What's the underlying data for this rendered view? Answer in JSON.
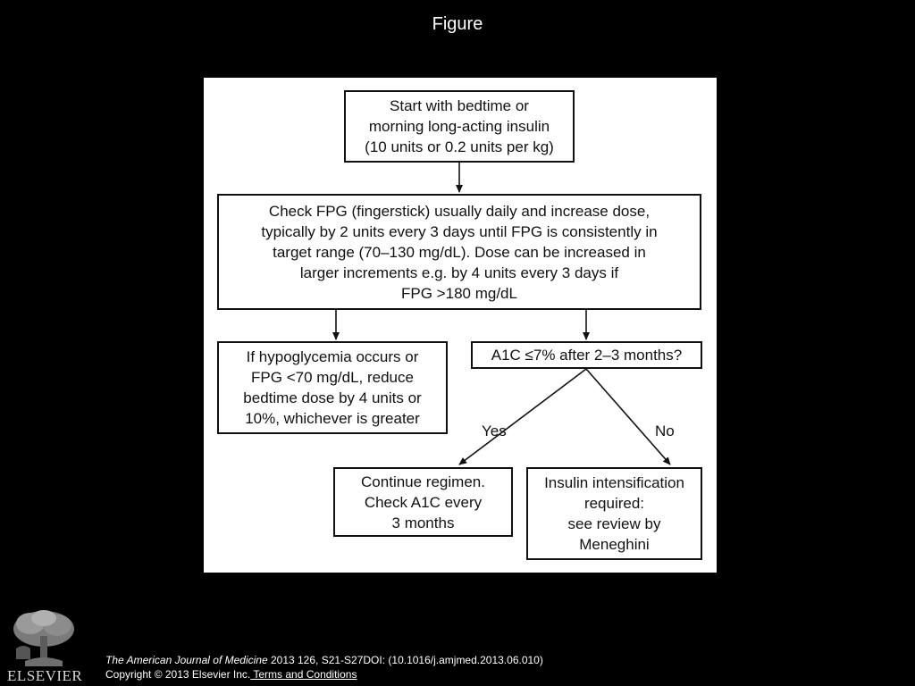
{
  "slide": {
    "title": "Figure"
  },
  "flowchart": {
    "start_box": "Start with bedtime or\nmorning long-acting insulin\n(10 units or 0.2 units per kg)",
    "check_box": "Check FPG (fingerstick) usually daily and increase dose,\ntypically by 2 units every 3 days until FPG is consistently in\ntarget range (70–130 mg/dL). Dose can be increased in\nlarger increments e.g. by 4 units every 3 days if\nFPG >180 mg/dL",
    "hypoglycemia_box": "If hypoglycemia occurs or\nFPG <70 mg/dL, reduce\nbedtime dose by 4 units or\n10%, whichever is greater",
    "a1c_question_box": "A1C ≤7% after 2–3 months?",
    "yes_label": "Yes",
    "no_label": "No",
    "continue_box": "Continue regimen.\nCheck A1C every\n3 months",
    "intensification_box": "Insulin intensification\nrequired:\nsee review by\nMeneghini"
  },
  "footer": {
    "journal_name": "The American Journal of Medicine",
    "citation": " 2013 126, S21-S27DOI: (10.1016/j.amjmed.2013.06.010)",
    "copyright": "Copyright © 2013 Elsevier Inc.",
    "terms_link": " Terms and Conditions"
  },
  "logo": {
    "wordmark": "ELSEVIER",
    "icon": "elsevier-tree-icon"
  },
  "colors": {
    "background": "#000000",
    "panel": "#ffffff",
    "ink": "#111111",
    "text_on_dark": "#ffffff"
  }
}
